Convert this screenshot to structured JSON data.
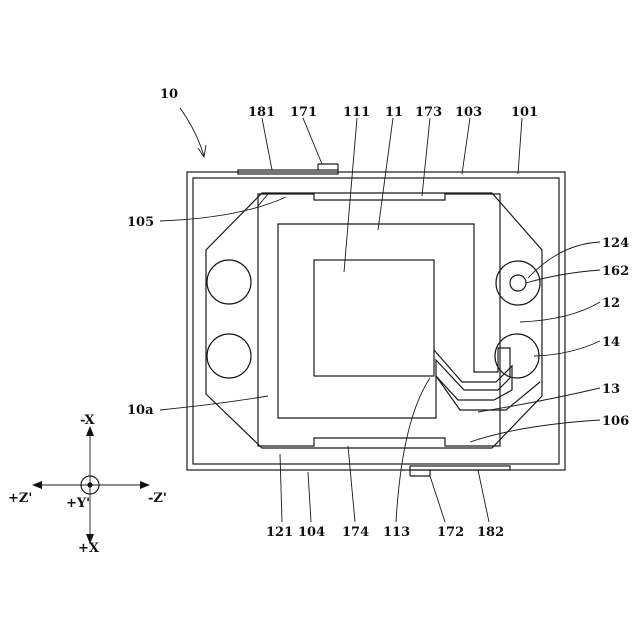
{
  "figure": {
    "device_ref": "10"
  },
  "labels": {
    "l181": "181",
    "l171": "171",
    "l111": "111",
    "l11": "11",
    "l173": "173",
    "l103": "103",
    "l101": "101",
    "l105": "105",
    "l124": "124",
    "l162": "162",
    "l12": "12",
    "l14": "14",
    "l13": "13",
    "l106": "106",
    "l10a": "10a",
    "l121": "121",
    "l104": "104",
    "l174": "174",
    "l113": "113",
    "l172": "172",
    "l182": "182"
  },
  "axes": {
    "neg_x": "-X",
    "pos_x": "+X",
    "pos_z": "+Z'",
    "neg_z": "-Z'",
    "pos_y": "+Y'"
  }
}
